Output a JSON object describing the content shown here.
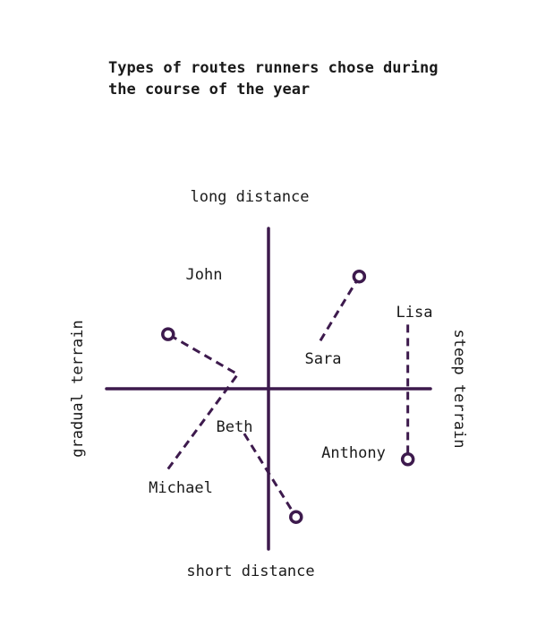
{
  "chart_data": {
    "type": "scatter",
    "title_lines": [
      "Types of routes runners chose during",
      "the course of the year"
    ],
    "axes": {
      "top": "long distance",
      "bottom": "short distance",
      "left": "gradual terrain",
      "right": "steep terrain"
    },
    "xlim": [
      -10,
      10
    ],
    "ylim": [
      -10,
      10
    ],
    "grid": false,
    "color": "#3d1a4d",
    "runners": [
      {
        "name": "John",
        "start": null,
        "end": null
      },
      {
        "name": "Sara",
        "start": [
          3.2,
          3.0
        ],
        "end": [
          5.6,
          7.0
        ]
      },
      {
        "name": "Lisa",
        "start": [
          8.6,
          4.0
        ],
        "end": [
          8.6,
          -4.4
        ]
      },
      {
        "name": "Anthony",
        "start": null,
        "end": null
      },
      {
        "name": "Michael",
        "start": [
          -6.2,
          -5.0
        ],
        "end": [
          -6.2,
          3.4
        ],
        "via": [
          -1.9,
          0.9
        ]
      },
      {
        "name": "Beth",
        "start": [
          -1.5,
          -2.8
        ],
        "end": [
          1.7,
          -8.0
        ]
      }
    ]
  }
}
